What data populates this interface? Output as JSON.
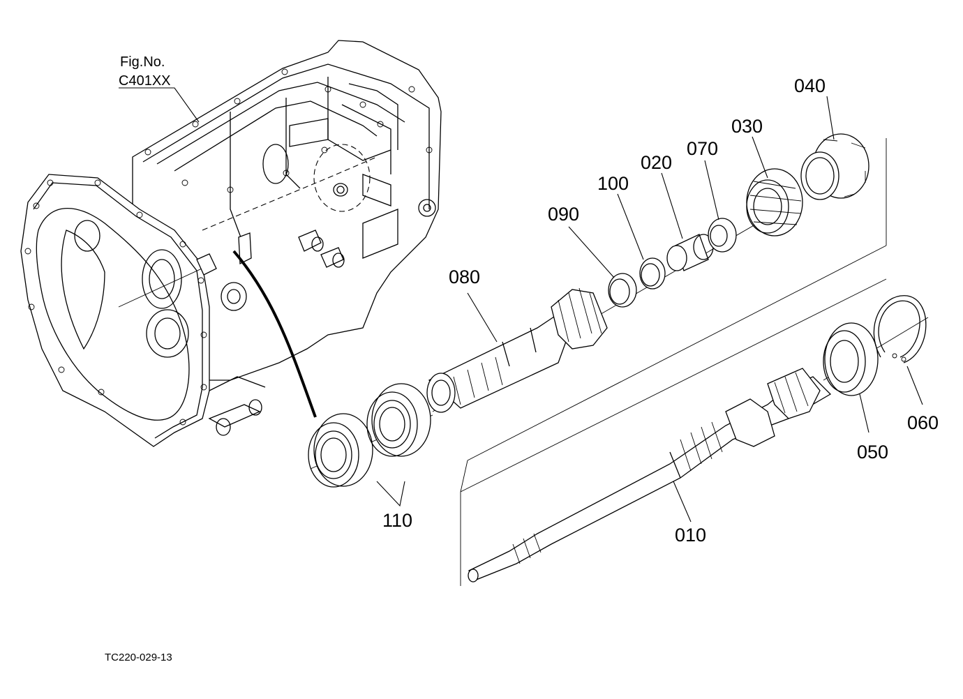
{
  "figure": {
    "fig_label": "Fig.No.",
    "fig_number": "C401XX",
    "drawing_code": "TC220-029-13"
  },
  "parts": {
    "p010": "010",
    "p020": "020",
    "p030": "030",
    "p040": "040",
    "p050": "050",
    "p060": "060",
    "p070": "070",
    "p080": "080",
    "p090": "090",
    "p100": "100",
    "p110": "110"
  }
}
